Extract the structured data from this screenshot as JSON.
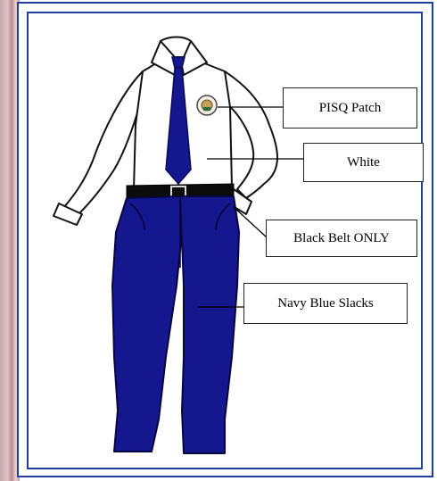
{
  "callouts": {
    "patch": "PISQ Patch",
    "shirt": "White",
    "belt": "Black Belt ONLY",
    "slacks": "Navy Blue Slacks"
  },
  "colors": {
    "frame": "#1f3f99",
    "navy": "#15178f",
    "belt": "#0c0c0c",
    "shirt": "#ffffff"
  }
}
